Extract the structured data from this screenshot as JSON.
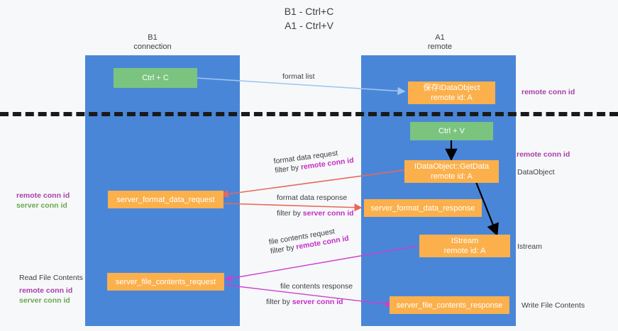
{
  "diagram": {
    "title_line1": "B1 - Ctrl+C",
    "title_line2": "A1 - Ctrl+V",
    "colors": {
      "lane": "#4a86d8",
      "node_orange": "#fbb04c",
      "node_green": "#7ac47f",
      "accent_purple": "#c22fc2",
      "accent_green": "#6aa84f",
      "arrow_red": "#e8685a",
      "arrow_blue": "#9fc7ef",
      "arrow_magenta": "#cc3fcc",
      "arrow_black": "#000000",
      "background": "#f7f8fa"
    }
  },
  "lanes": [
    {
      "id": "b1",
      "title_line1": "B1",
      "title_line2": "connection"
    },
    {
      "id": "a1",
      "title_line1": "A1",
      "title_line2": "remote"
    }
  ],
  "nodes": [
    {
      "id": "ctrl-c",
      "line1": "Ctrl + C",
      "line2": ""
    },
    {
      "id": "idataobject-store",
      "line1": "保存IDataObject",
      "line2": "remote id: A"
    },
    {
      "id": "ctrl-v",
      "line1": "Ctrl + V",
      "line2": ""
    },
    {
      "id": "idataobject-getdata",
      "line1": "IDataObject::GetData",
      "line2": "remote id: A"
    },
    {
      "id": "server-format-data-request",
      "line1": "server_format_data_request",
      "line2": ""
    },
    {
      "id": "server-format-data-response",
      "line1": "server_format_data_response",
      "line2": ""
    },
    {
      "id": "istream",
      "line1": "IStream",
      "line2": "remote id: A"
    },
    {
      "id": "server-file-contents-request",
      "line1": "server_file_contents_request",
      "line2": ""
    },
    {
      "id": "server-file-contents-response",
      "line1": "server_file_contents_response",
      "line2": ""
    }
  ],
  "edge_labels": {
    "format_list": "format list",
    "format_data_request": "format data request",
    "format_data_request_filter_prefix": "filter by ",
    "format_data_request_filter_key": "remote conn id",
    "format_data_response": "format data response",
    "format_data_response_filter_prefix": "filter by ",
    "format_data_response_filter_key": "server conn id",
    "file_contents_request": "file contents request",
    "file_contents_request_filter_prefix": "filter by ",
    "file_contents_request_filter_key": "remote conn id",
    "file_contents_response": "file contents response",
    "file_contents_response_filter_prefix": "filter by ",
    "file_contents_response_filter_key": "server conn id"
  },
  "side_labels": {
    "right_remote_conn_id_top": "remote conn id",
    "right_remote_conn_id_mid": "remote conn id",
    "right_dataobject": "DataObject",
    "right_istream": "Istream",
    "right_write_file_contents": "Write File Contents",
    "left_remote_conn_id_mid": "remote conn id",
    "left_server_conn_id_mid": "server conn id",
    "left_read_file_contents": "Read File Contents",
    "left_remote_conn_id_bottom": "remote conn id",
    "left_server_conn_id_bottom": "server conn id"
  }
}
